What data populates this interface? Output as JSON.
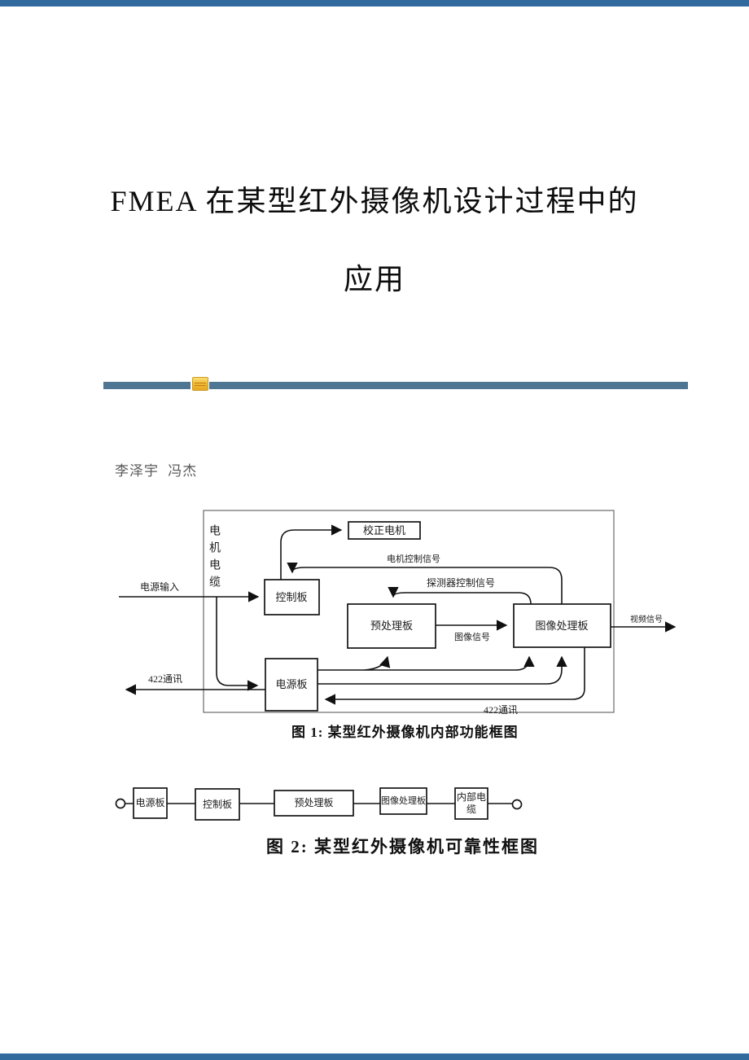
{
  "page": {
    "title_line1": "FMEA 在某型红外摄像机设计过程中的",
    "title_line2": "应用",
    "authors": "李泽宇 冯杰"
  },
  "colors": {
    "edge_bar": "#336a9d",
    "divider": "#4e7592",
    "icon_gold": "#f2bb33"
  },
  "figure1": {
    "caption": "图 1: 某型红外摄像机内部功能框图",
    "boxes": {
      "motor": "校正电机",
      "control": "控制板",
      "preprocess": "预处理板",
      "image": "图像处理板",
      "power": "电源板"
    },
    "labels": {
      "cable": "电机电缆",
      "power_in": "电源输入",
      "motor_ctrl": "电机控制信号",
      "detector_ctrl": "探测器控制信号",
      "image_signal": "图像信号",
      "video_signal": "视频信号",
      "comm_left": "422通讯",
      "comm_right": "422通讯"
    }
  },
  "figure2": {
    "caption": "图 2: 某型红外摄像机可靠性框图",
    "blocks": [
      "电源板",
      "控制板",
      "预处理板",
      "图像处理板",
      "内部电缆"
    ]
  }
}
